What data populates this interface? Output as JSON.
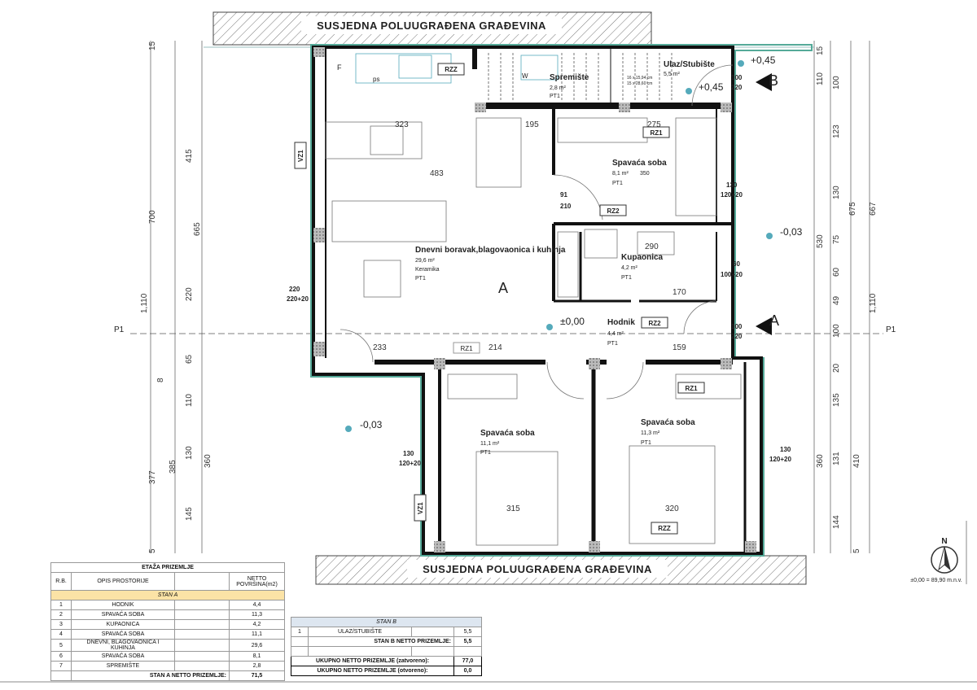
{
  "neighbors": {
    "top": "SUSJEDNA POLUUGRAĐENA GRAĐEVINA",
    "bottom": "SUSJEDNA POLUUGRAĐENA GRAĐEVINA"
  },
  "rooms": {
    "living": {
      "name": "Dnevni boravak,blagovaonica i kuhinja",
      "area": "29,6 m²",
      "floor": "Keramika",
      "code": "PT1"
    },
    "storage": {
      "name": "Spremište",
      "area": "2,8 m²",
      "code": "PT1"
    },
    "entrance": {
      "name": "Ulaz/Stubište",
      "area": "5,5 m²",
      "stairs1": "16 x 15,94 cm",
      "stairs2": "15 x 28,60 cm"
    },
    "bed_top": {
      "name": "Spavaća soba",
      "area": "8,1 m²",
      "code": "PT1"
    },
    "bath": {
      "name": "Kupaonica",
      "area": "4,2 m²",
      "code": "PT1"
    },
    "hall": {
      "name": "Hodnik",
      "area": "4,4 m²",
      "code": "PT1"
    },
    "bed_left": {
      "name": "Spavaća soba",
      "area": "11,1 m²",
      "code": "PT1"
    },
    "bed_right": {
      "name": "Spavaća soba",
      "area": "11,3 m²",
      "code": "PT1"
    }
  },
  "markers": {
    "unit_a": "A",
    "section_a": "A",
    "section_b": "B",
    "p1_left": "P1",
    "p1_right": "P1"
  },
  "elevations": {
    "e1": "+0,45",
    "e2": "+0,45",
    "e3": "±0,00",
    "e4": "-0,03",
    "e5": "-0,03"
  },
  "labels": {
    "rzz1": "RZZ",
    "rzz2": "RZZ",
    "rz1a": "RZ1",
    "rz1b": "RZ1",
    "rz1c": "RZ1",
    "rz2a": "RZ2",
    "rz2b": "RZ2",
    "vz1a": "VZ1",
    "vz1b": "VZ1",
    "f": "F",
    "ps": "ps",
    "w": "W"
  },
  "dims": {
    "d323": "323",
    "d195": "195",
    "d275": "275",
    "d483": "483",
    "d350": "350",
    "d233": "233",
    "d214": "214",
    "d159": "159",
    "d315": "315",
    "d320": "320",
    "d290": "290",
    "d170": "170",
    "w130a": "130",
    "w120a": "120+20",
    "w60": "60",
    "w100a": "100+20",
    "w220": "220",
    "w220b": "220+20",
    "w130b": "130",
    "w120b": "120+20",
    "w130c": "130",
    "w120c": "120+20",
    "w100": "100",
    "w220c": "220",
    "w100b": "100",
    "w220d": "220",
    "d91": "91",
    "d210": "210",
    "left": [
      "15",
      "700",
      "415",
      "665",
      "220",
      "1,110",
      "65",
      "8",
      "110",
      "377",
      "385",
      "130",
      "145",
      "360",
      "5"
    ],
    "right": [
      "15",
      "110",
      "100",
      "123",
      "130",
      "675",
      "667",
      "530",
      "75",
      "60",
      "49",
      "100",
      "1,110",
      "20",
      "135",
      "360",
      "131",
      "410",
      "144",
      "5"
    ]
  },
  "north": {
    "letter": "N",
    "datum": "±0,00 = 89,90 m.n.v."
  },
  "table_a": {
    "title": "ETAŽA PRIZEMLJE",
    "headers": {
      "rb": "R.B.",
      "desc": "OPIS PROSTORIJE",
      "area": "NETTO POVRŠINA(m2)"
    },
    "section": "STAN A",
    "rows": [
      {
        "n": "1",
        "name": "HODNIK",
        "area": "4,4"
      },
      {
        "n": "2",
        "name": "SPAVAĆA SOBA",
        "area": "11,3"
      },
      {
        "n": "3",
        "name": "KUPAONICA",
        "area": "4,2"
      },
      {
        "n": "4",
        "name": "SPAVAĆA SOBA",
        "area": "11,1"
      },
      {
        "n": "5",
        "name": "DNEVNI, BLAGOVAONICA I KUHINJA",
        "area": "29,6"
      },
      {
        "n": "6",
        "name": "SPAVAĆA SOBA",
        "area": "8,1"
      },
      {
        "n": "7",
        "name": "SPREMIŠTE",
        "area": "2,8"
      }
    ],
    "total_label": "STAN A NETTO PRIZEMLJE:",
    "total": "71,5"
  },
  "table_b": {
    "section": "STAN B",
    "rows": [
      {
        "n": "1",
        "name": "ULAZ/STUBIŠTE",
        "area": "5,5"
      }
    ],
    "total_label": "STAN B NETTO PRIZEMLJE:",
    "total": "5,5",
    "closed_label": "UKUPNO NETTO PRIZEMLJE (zatvoreno):",
    "closed": "77,0",
    "open_label": "UKUPNO NETTO PRIZEMLJE (otvoreno):",
    "open": "0,0"
  }
}
